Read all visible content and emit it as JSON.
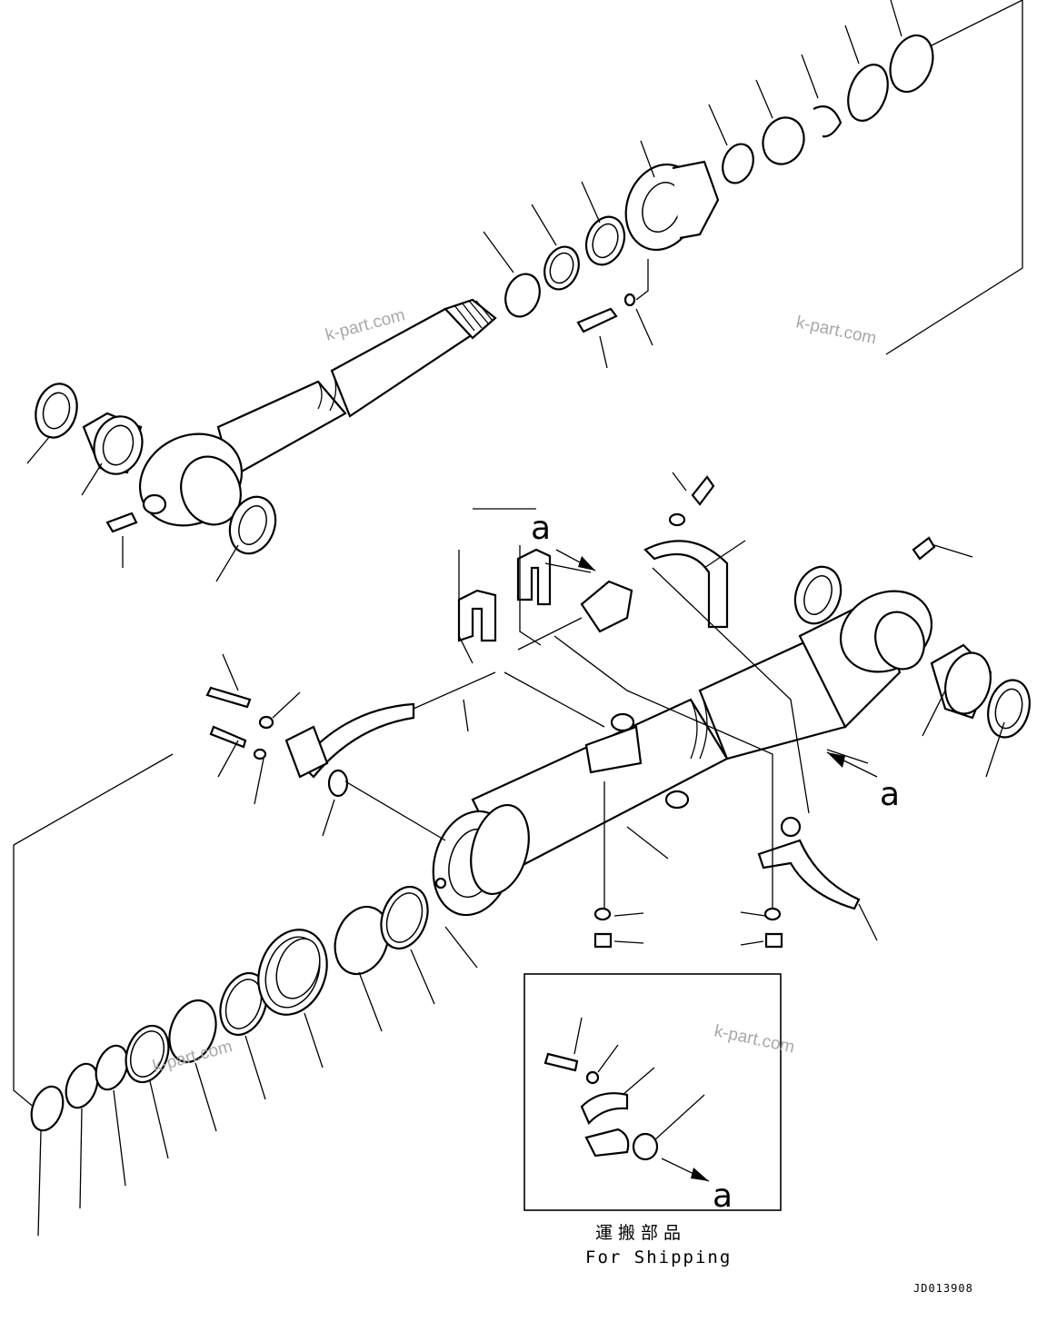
{
  "diagram": {
    "watermarks": [
      "k-part.com",
      "k-part.com",
      "k-part.com",
      "k-part.com"
    ],
    "callouts": [
      "a",
      "a",
      "a"
    ],
    "shipping_caption_jp": "運搬部品",
    "shipping_caption_en": "For Shipping",
    "drawing_code": "JD013908"
  }
}
